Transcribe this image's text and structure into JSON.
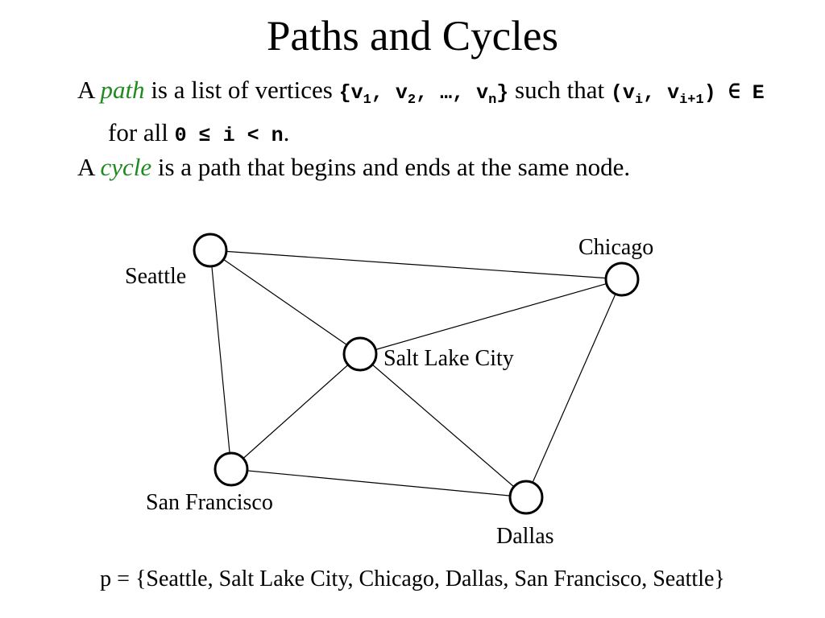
{
  "title": "Paths and Cycles",
  "path_def": {
    "a": "A ",
    "term": "path",
    "text1": " is a list of vertices ",
    "set_open": "{v",
    "s1": "1",
    "sep1": ", v",
    "s2": "2",
    "sep2": ", …, v",
    "sn": "n",
    "set_close": "}",
    "text2": " such that ",
    "pair_open": "(v",
    "si": "i",
    "pair_mid": ", v",
    "si1": "i+1",
    "pair_close": ") ∈ E",
    "text3": " for all ",
    "cond": "0 ≤ i < n",
    "period": "."
  },
  "cycle_def": {
    "a": "A ",
    "term": "cycle",
    "text": " is a path that begins and ends at the same node."
  },
  "graph": {
    "nodes": [
      {
        "id": "seattle",
        "label": "Seattle"
      },
      {
        "id": "chicago",
        "label": "Chicago"
      },
      {
        "id": "slc",
        "label": "Salt Lake City"
      },
      {
        "id": "sf",
        "label": "San Francisco"
      },
      {
        "id": "dallas",
        "label": "Dallas"
      }
    ],
    "edges": [
      [
        "seattle",
        "chicago"
      ],
      [
        "seattle",
        "slc"
      ],
      [
        "seattle",
        "sf"
      ],
      [
        "slc",
        "chicago"
      ],
      [
        "slc",
        "sf"
      ],
      [
        "slc",
        "dallas"
      ],
      [
        "chicago",
        "dallas"
      ],
      [
        "sf",
        "dallas"
      ]
    ]
  },
  "example_path": "p = {Seattle, Salt Lake City, Chicago, Dallas, San Francisco, Seattle}"
}
